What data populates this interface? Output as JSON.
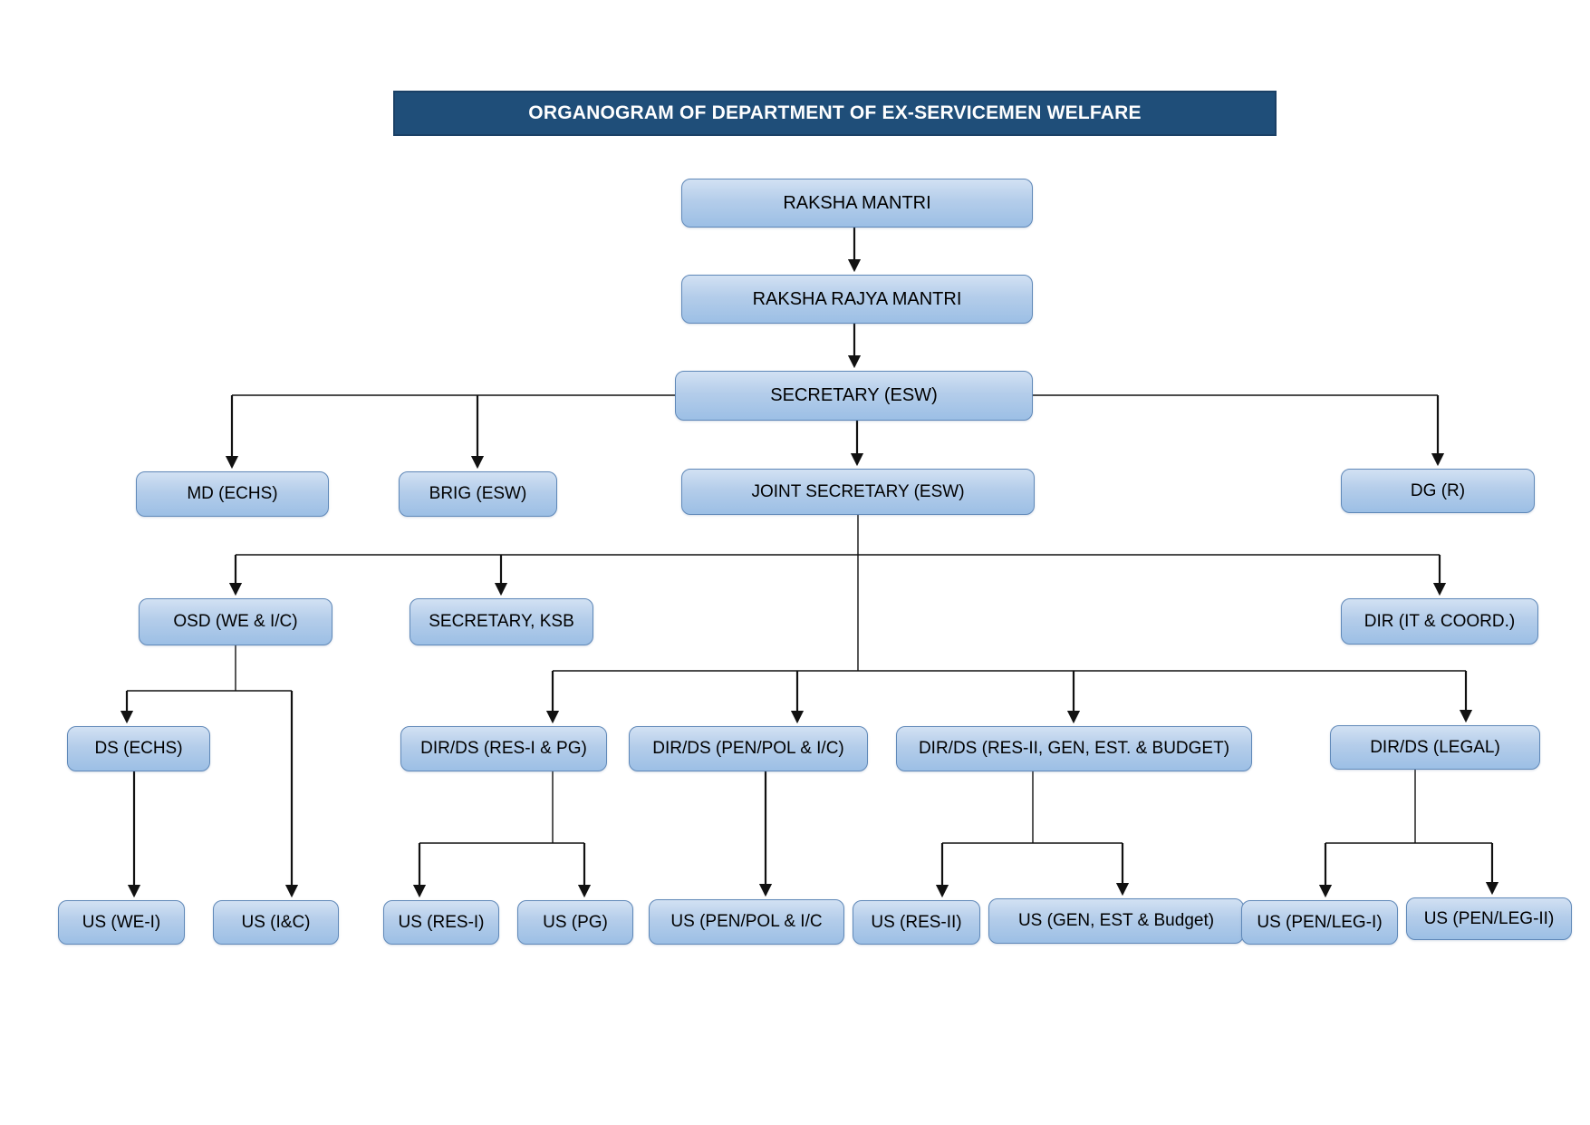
{
  "title": "ORGANOGRAM OF DEPARTMENT OF EX-SERVICEMEN WELFARE",
  "colors": {
    "title_bg": "#1f4e79",
    "title_text": "#ffffff",
    "box_fill_top": "#d2e1f3",
    "box_fill_bottom": "#9cbfe5",
    "box_border": "#5f88b8",
    "connector": "#111111"
  },
  "nodes": {
    "raksha_mantri": {
      "label": "RAKSHA MANTRI"
    },
    "raksha_rajya_mantri": {
      "label": "RAKSHA RAJYA MANTRI"
    },
    "secretary_esw": {
      "label": "SECRETARY (ESW)"
    },
    "md_echs": {
      "label": "MD (ECHS)"
    },
    "brig_esw": {
      "label": "BRIG (ESW)"
    },
    "joint_secretary_esw": {
      "label": "JOINT SECRETARY (ESW)"
    },
    "dg_r": {
      "label": "DG (R)"
    },
    "osd_we_ic": {
      "label": "OSD (WE & I/C)"
    },
    "secretary_ksb": {
      "label": "SECRETARY, KSB"
    },
    "dir_it_coord": {
      "label": "DIR (IT & COORD.)"
    },
    "ds_echs": {
      "label": "DS (ECHS)"
    },
    "dirds_res1_pg": {
      "label": "DIR/DS (RES-I & PG)"
    },
    "dirds_penpol_ic": {
      "label": "DIR/DS (PEN/POL & I/C)"
    },
    "dirds_res2_gen": {
      "label": "DIR/DS (RES-II, GEN, EST. & BUDGET)"
    },
    "dirds_legal": {
      "label": "DIR/DS (LEGAL)"
    },
    "us_we1": {
      "label": "US (WE-I)"
    },
    "us_ic": {
      "label": "US (I&C)"
    },
    "us_res1": {
      "label": "US (RES-I)"
    },
    "us_pg": {
      "label": "US (PG)"
    },
    "us_penpol_ic": {
      "label": "US (PEN/POL & I/C"
    },
    "us_res2": {
      "label": "US (RES-II)"
    },
    "us_gen_est_budget": {
      "label": "US (GEN, EST & Budget)"
    },
    "us_penleg1": {
      "label": "US (PEN/LEG-I)"
    },
    "us_penleg2": {
      "label": "US (PEN/LEG-II)"
    }
  },
  "edges": [
    {
      "from": "raksha_mantri",
      "to": "raksha_rajya_mantri"
    },
    {
      "from": "raksha_rajya_mantri",
      "to": "secretary_esw"
    },
    {
      "from": "secretary_esw",
      "to": "md_echs"
    },
    {
      "from": "secretary_esw",
      "to": "brig_esw"
    },
    {
      "from": "secretary_esw",
      "to": "joint_secretary_esw"
    },
    {
      "from": "secretary_esw",
      "to": "dg_r"
    },
    {
      "from": "joint_secretary_esw",
      "to": "osd_we_ic"
    },
    {
      "from": "joint_secretary_esw",
      "to": "secretary_ksb"
    },
    {
      "from": "joint_secretary_esw",
      "to": "dir_it_coord"
    },
    {
      "from": "joint_secretary_esw",
      "to": "dirds_res1_pg"
    },
    {
      "from": "joint_secretary_esw",
      "to": "dirds_penpol_ic"
    },
    {
      "from": "joint_secretary_esw",
      "to": "dirds_res2_gen"
    },
    {
      "from": "joint_secretary_esw",
      "to": "dirds_legal"
    },
    {
      "from": "osd_we_ic",
      "to": "ds_echs"
    },
    {
      "from": "osd_we_ic",
      "to": "us_ic"
    },
    {
      "from": "ds_echs",
      "to": "us_we1"
    },
    {
      "from": "dirds_res1_pg",
      "to": "us_res1"
    },
    {
      "from": "dirds_res1_pg",
      "to": "us_pg"
    },
    {
      "from": "dirds_penpol_ic",
      "to": "us_penpol_ic"
    },
    {
      "from": "dirds_res2_gen",
      "to": "us_res2"
    },
    {
      "from": "dirds_res2_gen",
      "to": "us_gen_est_budget"
    },
    {
      "from": "dirds_legal",
      "to": "us_penleg1"
    },
    {
      "from": "dirds_legal",
      "to": "us_penleg2"
    }
  ]
}
